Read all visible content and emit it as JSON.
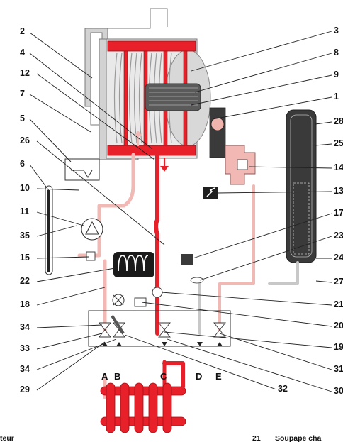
{
  "callouts_left": [
    "2",
    "4",
    "12",
    "7",
    "5",
    "26",
    "6",
    "10",
    "11",
    "35",
    "15",
    "22",
    "18",
    "34",
    "33",
    "34",
    "29"
  ],
  "callouts_right": [
    "3",
    "8",
    "9",
    "1",
    "28",
    "25",
    "14",
    "13",
    "17",
    "23",
    "24",
    "27",
    "21",
    "20",
    "19",
    "31",
    "30"
  ],
  "bottom_callout": "32",
  "connections": [
    "A",
    "B",
    "C",
    "D",
    "E"
  ],
  "legend_fragments": [
    "teur",
    "21",
    "Soupape cha"
  ],
  "colors": {
    "hot_water": "#e8202a",
    "return_water": "#f2b8b4",
    "flue": "#c8c8c8",
    "expansion_vessel": "#3a3a3a",
    "burner_dark": "#4a4a4a"
  },
  "icons": [
    "pump-icon",
    "heat-exchanger-icon",
    "gas-valve-icon",
    "expansion-vessel-icon",
    "radiator-icon",
    "flow-arrow-icon",
    "ignition-icon"
  ]
}
